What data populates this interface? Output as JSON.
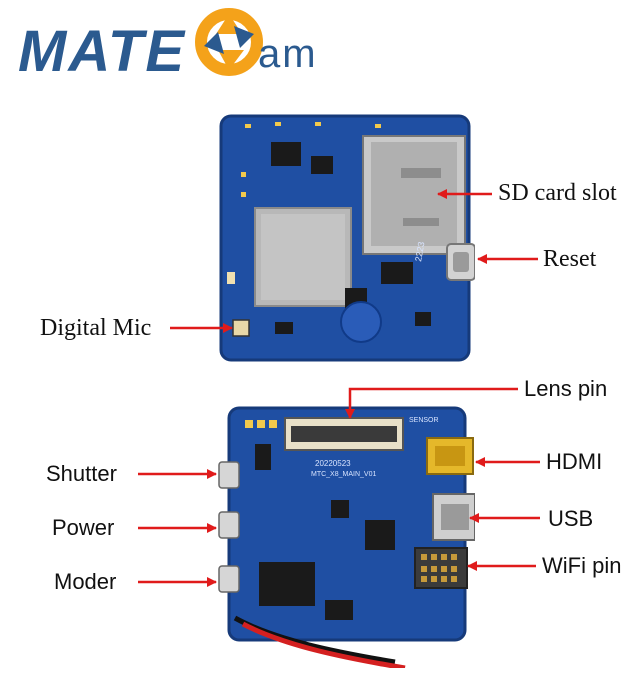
{
  "logo": {
    "main": "MATE",
    "tail": "am",
    "colors": {
      "blue": "#2b5a8f",
      "orange": "#f4a21a"
    }
  },
  "top_board": {
    "silk": [
      "2223"
    ],
    "labels": {
      "sd_card_slot": "SD card slot",
      "reset": "Reset",
      "digital_mic": "Digital Mic"
    }
  },
  "bottom_board": {
    "silk": [
      "SENSOR",
      "20220523",
      "MTC_X8_MAIN_V01"
    ],
    "labels": {
      "lens_pin": "Lens pin",
      "hdmi": "HDMI",
      "usb": "USB",
      "wifi_pin": "WiFi pin",
      "shutter": "Shutter",
      "power": "Power",
      "moder": "Moder"
    }
  },
  "colors": {
    "pcb": "#1f4fa3",
    "arrow": "#e01b1b",
    "shield": "#b8b8b8"
  }
}
